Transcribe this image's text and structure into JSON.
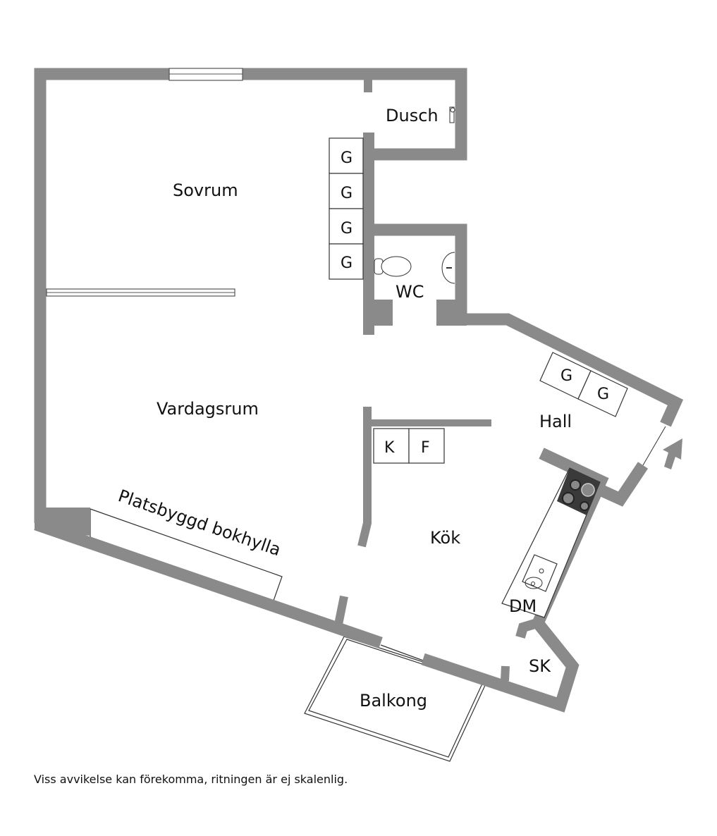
{
  "rooms": {
    "dusch": "Dusch",
    "sovrum": "Sovrum",
    "wc": "WC",
    "vardagsrum": "Vardagsrum",
    "hall": "Hall",
    "kok": "Kök",
    "balkong": "Balkong",
    "sk": "SK",
    "dm": "DM",
    "bookshelf": "Platsbyggd bokhylla"
  },
  "fixtures": {
    "wardrobe": "G",
    "fridge_k": "K",
    "freezer_f": "F"
  },
  "colors": {
    "wall": "#8a8a8a",
    "stove": "#3a3a3a"
  },
  "footer": "Viss avvikelse kan förekomma, ritningen är ej skalenlig."
}
